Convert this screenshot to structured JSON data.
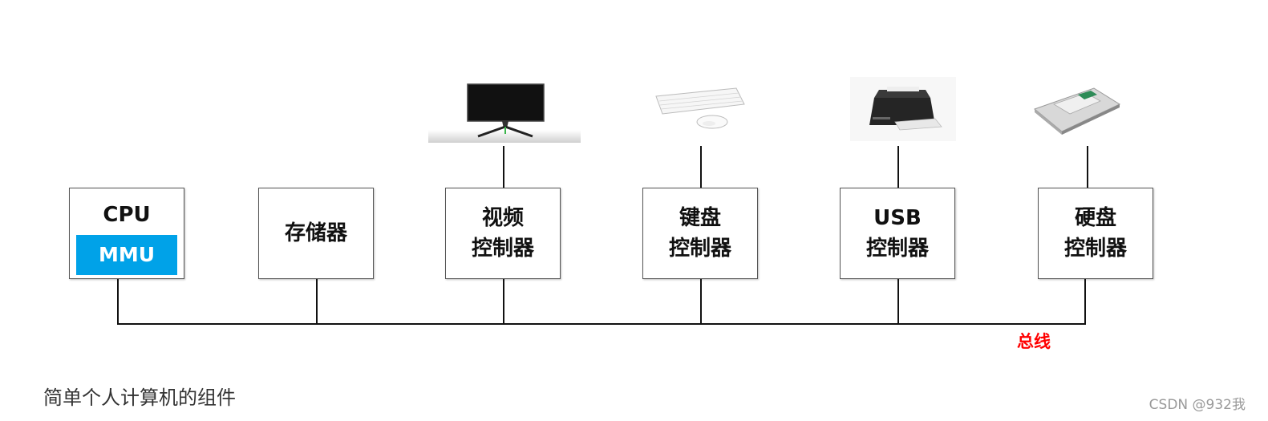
{
  "components": [
    {
      "id": "cpu",
      "label": "CPU",
      "sub_label": "MMU"
    },
    {
      "id": "memory",
      "label": "存储器"
    },
    {
      "id": "video",
      "label_line1": "视频",
      "label_line2": "控制器"
    },
    {
      "id": "keyboard",
      "label_line1": "键盘",
      "label_line2": "控制器"
    },
    {
      "id": "usb",
      "label_line1": "USB",
      "label_line2": "控制器"
    },
    {
      "id": "disk",
      "label_line1": "硬盘",
      "label_line2": "控制器"
    }
  ],
  "devices": [
    "monitor-icon",
    "keyboard-mouse-icon",
    "printer-icon",
    "hard-drive-icon"
  ],
  "bus_label": "总线",
  "caption": "简单个人计算机的组件",
  "watermark": "CSDN @932我",
  "colors": {
    "mmu_fill": "#00a2e8",
    "bus_label": "#ff0000",
    "lines": "#111111"
  }
}
